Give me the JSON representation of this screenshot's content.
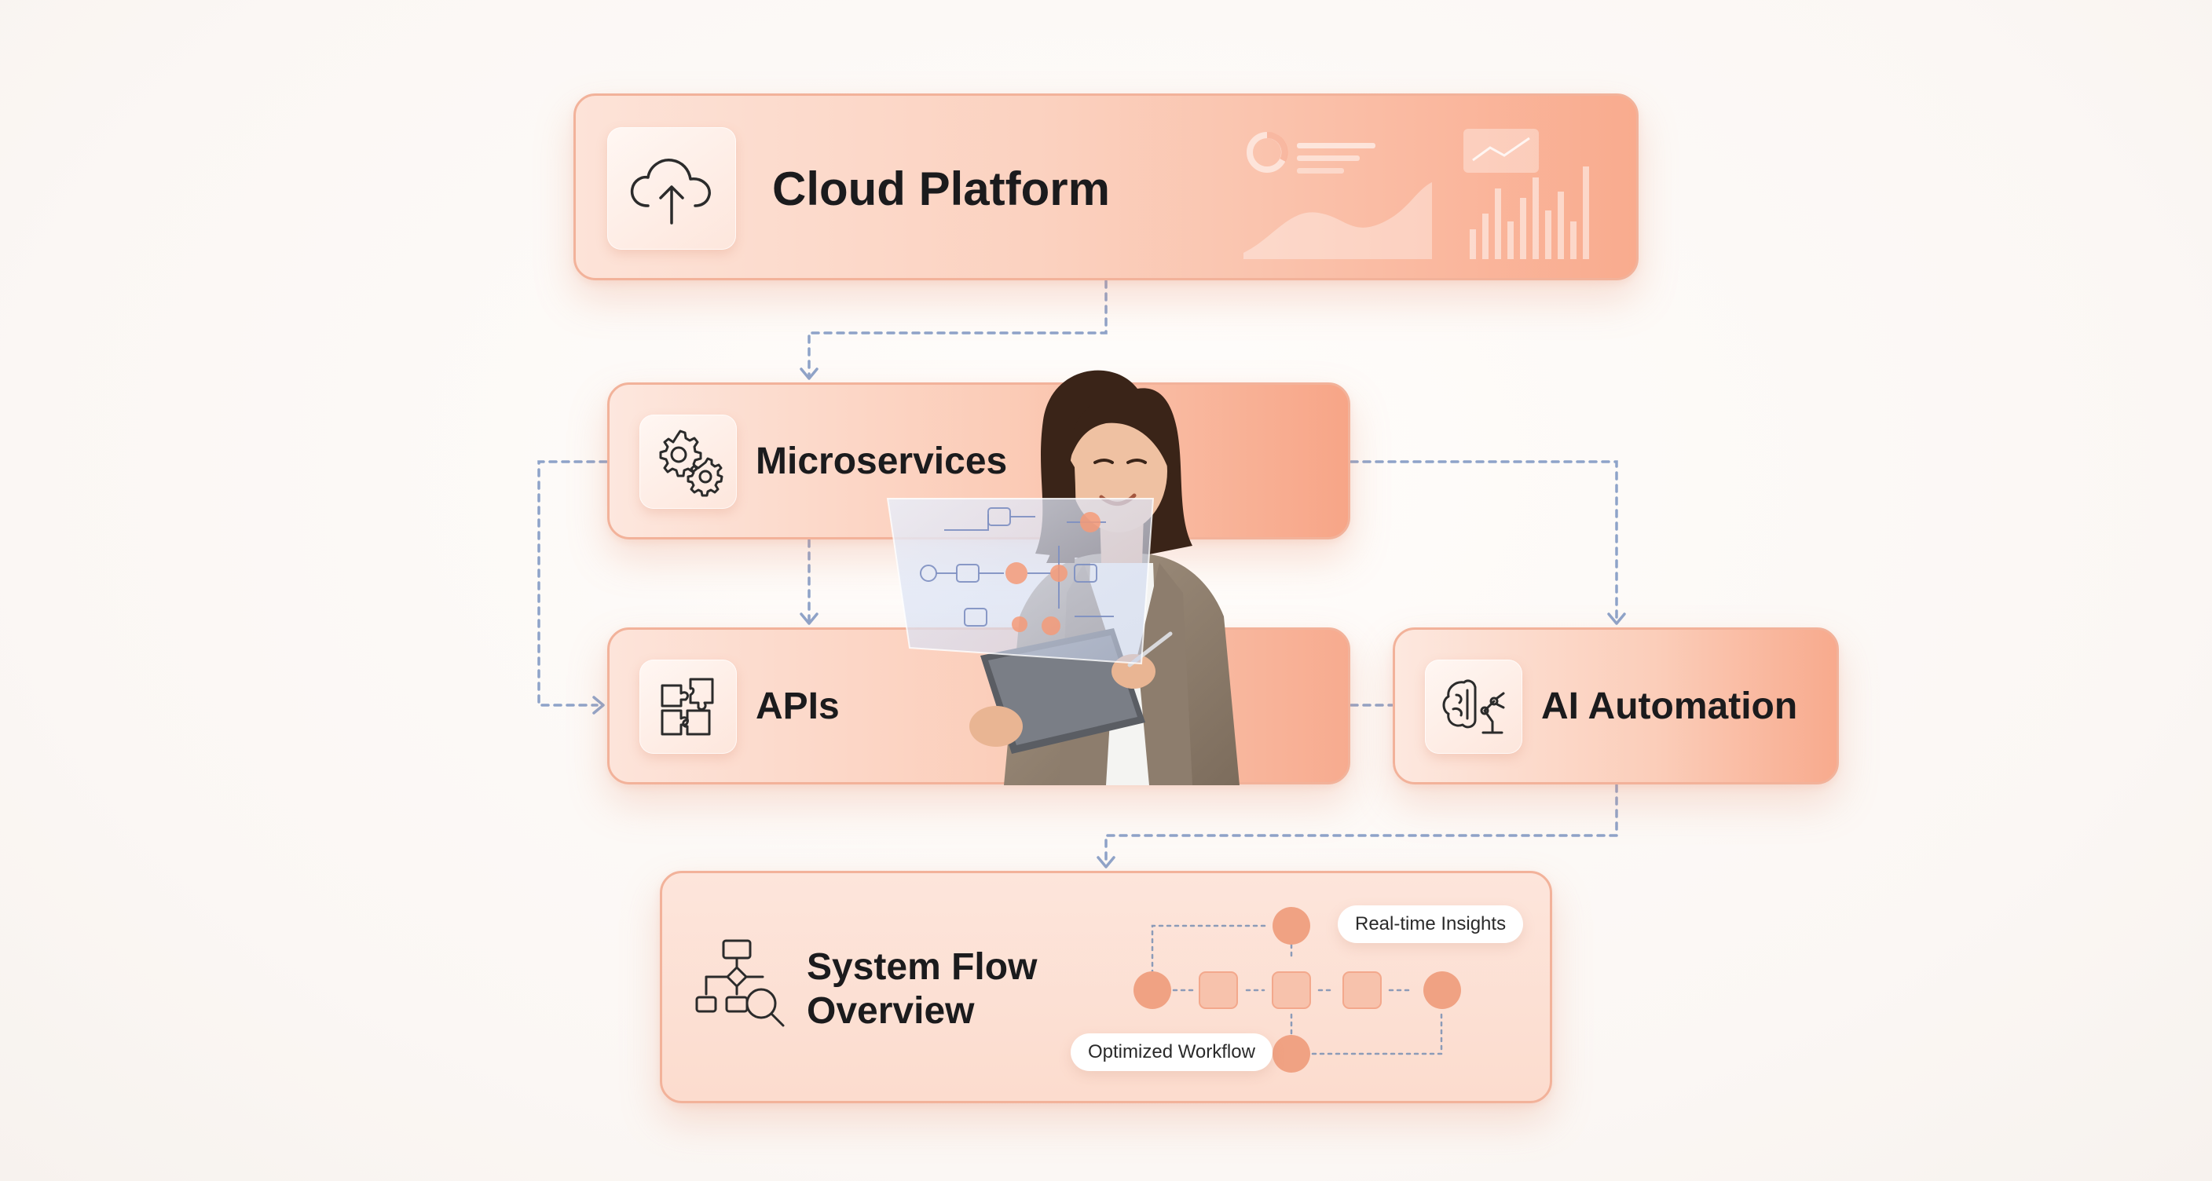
{
  "nodes": {
    "cloud": {
      "title": "Cloud Platform",
      "icon": "cloud-upload-icon"
    },
    "microservices": {
      "title": "Microservices",
      "icon": "gears-icon"
    },
    "apis": {
      "title": "APIs",
      "icon": "puzzle-icon"
    },
    "ai": {
      "title": "AI Automation",
      "icon": "brain-robot-arm-icon"
    },
    "system_flow": {
      "title_line1": "System Flow",
      "title_line2": "Overview",
      "icon": "flowchart-search-icon"
    }
  },
  "flow_labels": {
    "insights": "Real-time Insights",
    "workflow": "Optimized Workflow"
  },
  "colors": {
    "accent": "#f7a283",
    "card_border": "#f2b29a",
    "connector": "#8ea3c9",
    "flow_dot": "#8c9bb8"
  },
  "photo": "woman-holding-tablet-with-holographic-diagram"
}
